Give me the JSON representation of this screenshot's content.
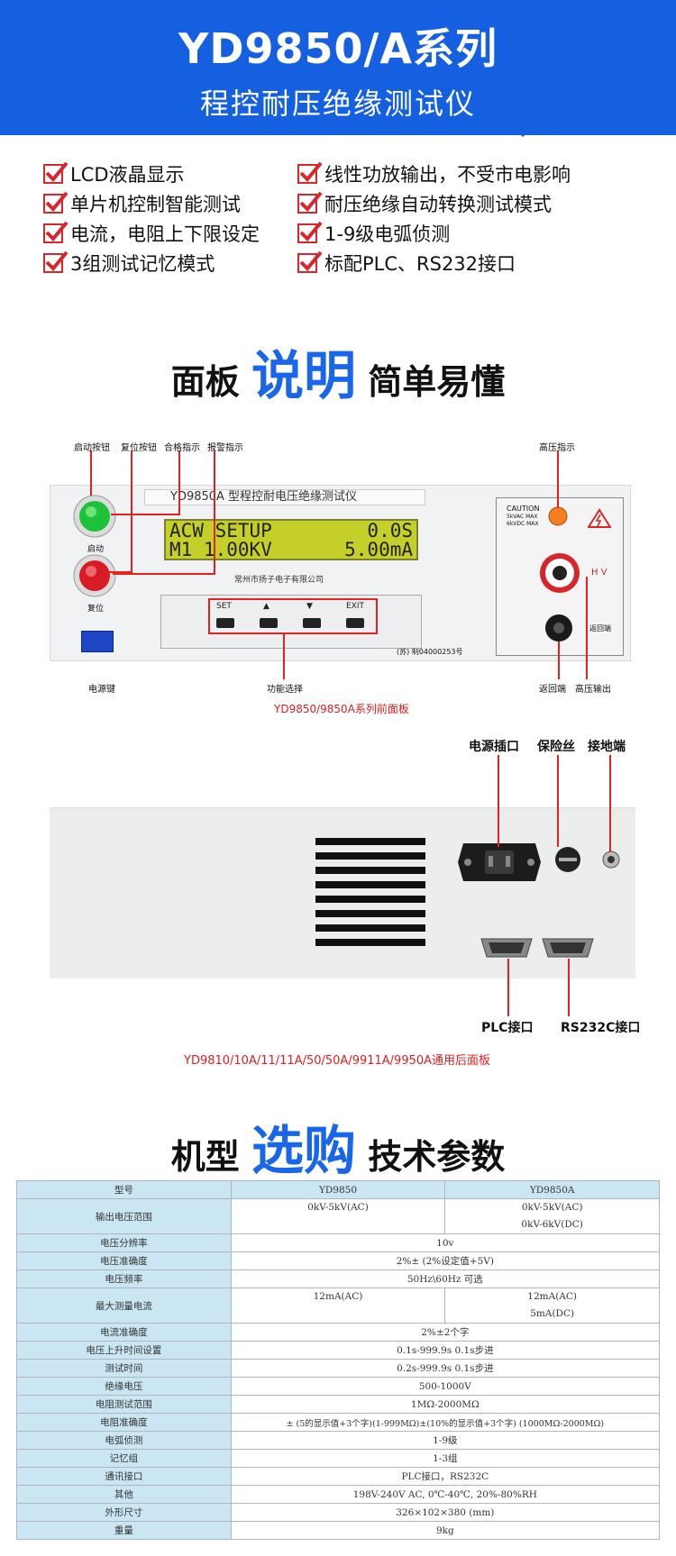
{
  "banner": {
    "title": "YD9850/A系列",
    "subtitle": "程控耐压绝缘测试仪"
  },
  "features": [
    "LCD液晶显示",
    "线性功放输出，不受市电影响",
    "单片机控制智能测试",
    "耐压绝缘自动转换测试模式",
    "电流，电阻上下限设定",
    "1-9级电弧侦测",
    "3组测试记忆模式",
    "标配PLC、RS232接口"
  ],
  "heading1": {
    "pre": "面板",
    "big": "说明",
    "post": "简单易懂"
  },
  "front_panel": {
    "plate": "YD9850A 型程控耐电压绝缘测试仪",
    "lcd_row1_left": "ACW SETUP",
    "lcd_row1_right": "0.0S",
    "lcd_row2_left": "M1  1.00KV",
    "lcd_row2_right": "5.00mA",
    "maker": "常州市扬子电子有限公司",
    "cert": "(苏) 制04000253号",
    "caution": "CAUTION",
    "caution_line2": "5kVAC MAX",
    "caution_line3": "6kVDC MAX",
    "hv": "H V",
    "return_small": "返回端",
    "start_small": "启动",
    "reset_small": "复位",
    "keys": [
      "SET",
      "▲",
      "▼",
      "EXIT"
    ],
    "callouts": {
      "start_btn": "启动按钮",
      "reset_btn": "复位按钮",
      "pass_ind": "合格指示",
      "alarm_ind": "报警指示",
      "hv_ind": "高压指示",
      "power_key": "电源键",
      "func_select": "功能选择",
      "return_end": "返回端",
      "hv_out": "高压输出"
    },
    "caption": "YD9850/9850A系列前面板"
  },
  "rear_panel": {
    "labels": {
      "power_socket": "电源插口",
      "fuse": "保险丝",
      "ground": "接地端",
      "plc": "PLC接口",
      "rs232": "RS232C接口"
    },
    "caption": "YD9810/10A/11/11A/50/50A/9911A/9950A通用后面板"
  },
  "heading2": {
    "pre": "机型",
    "big": "选购",
    "post": "技术参数"
  },
  "spec": {
    "header": [
      "型号",
      "YD9850",
      "YD9850A"
    ],
    "rows": [
      {
        "label": "输出电压范围",
        "a": [
          "0kV-5kV(AC)"
        ],
        "b": [
          "0kV-5kV(AC)",
          "0kV-6kV(DC)"
        ]
      },
      {
        "label": "电压分辨率",
        "span": "10v"
      },
      {
        "label": "电压准确度",
        "span": "2%± (2%设定值+5V)"
      },
      {
        "label": "电压频率",
        "span": "50Hz\\60Hz   可选"
      },
      {
        "label": "最大测量电流",
        "a": [
          "12mA(AC)"
        ],
        "b": [
          "12mA(AC)",
          "5mA(DC)"
        ]
      },
      {
        "label": "电流准确度",
        "span": "2%±2个字"
      },
      {
        "label": "电压上升时间设置",
        "span": "0.1s-999.9s   0.1s步进"
      },
      {
        "label": "测试时间",
        "span": "0.2s-999.9s   0.1s步进"
      },
      {
        "label": "绝缘电压",
        "span": "500-1000V"
      },
      {
        "label": "电阻测试范围",
        "span": "1MΩ-2000MΩ"
      },
      {
        "label": "电阻准确度",
        "span": "± (5的显示值+3个字)(1-999MΩ)±(10%的显示值+3个字)  (1000MΩ-2000MΩ)"
      },
      {
        "label": "电弧侦测",
        "span": "1-9级"
      },
      {
        "label": "记忆组",
        "span": "1-3组"
      },
      {
        "label": "通讯接口",
        "span": "PLC接口，RS232C"
      },
      {
        "label": "其他",
        "span": "198V-240V AC, 0℃-40℃, 20%-80%RH"
      },
      {
        "label": "外形尺寸",
        "span": "326×102×380 (mm)"
      },
      {
        "label": "重量",
        "span": "9kg"
      }
    ]
  },
  "colors": {
    "banner_blue": "#1560e0",
    "accent_red": "#e52220",
    "heading_blue": "#1a66e8",
    "table_label_bg": "#c9e6f2"
  }
}
